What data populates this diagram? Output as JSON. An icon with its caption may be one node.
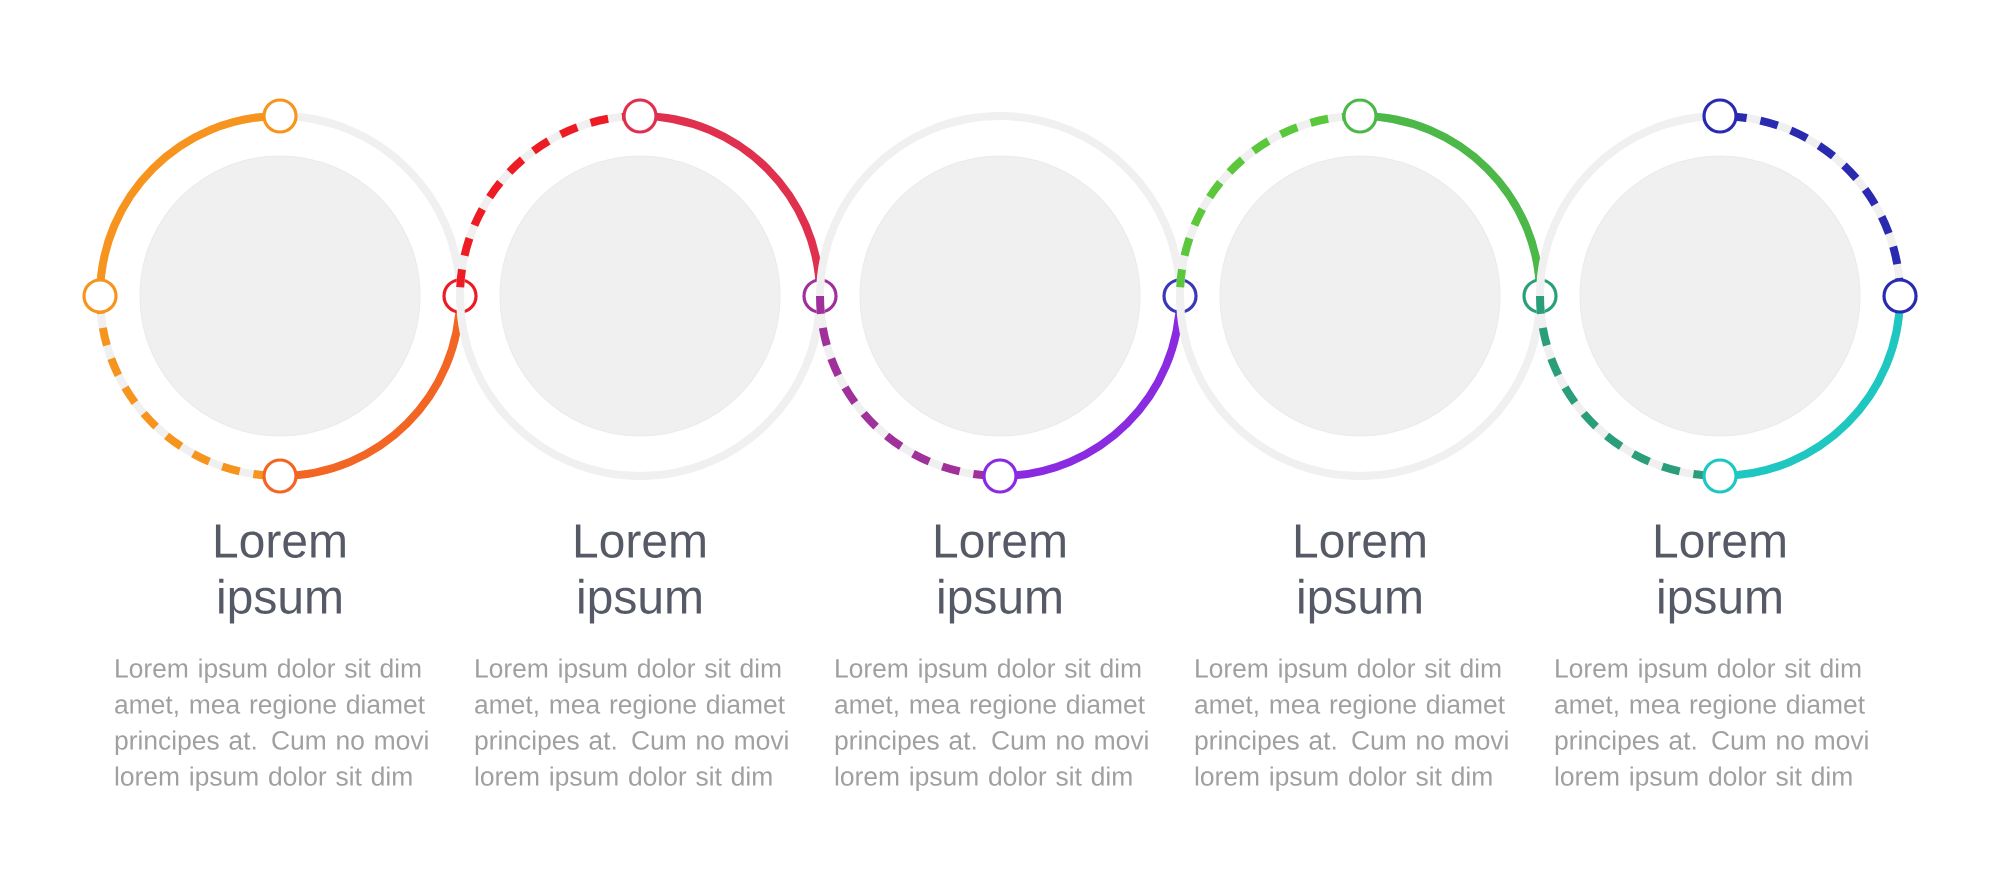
{
  "diagram": {
    "nodes": [
      {
        "text": [
          "Lorem ipsum"
        ]
      },
      {
        "text": [
          "Lorem ipsum"
        ]
      },
      {
        "text": [
          "Lorem ipsum"
        ]
      },
      {
        "text": [
          "Lorem ipsum"
        ]
      },
      {
        "text": [
          "Lorem ipsum"
        ]
      }
    ],
    "labels": [
      "Lorem ipsum dolor sit dim amet, mea regione diamet principes at. Cum no movi lorem ipsum dolor sit dim",
      "Lorem ipsum dolor sit dim amet, mea regione diamet principes at. Cum no movi lorem ipsum dolor sit dim",
      "Lorem ipsum dolor sit dim amet, mea regione diamet principes at. Cum no movi lorem ipsum dolor sit dim",
      "Lorem ipsum dolor sit dim amet, mea regione diamet principes at. Cum no movi lorem ipsum dolor sit dim",
      "Lorem ipsum dolor sit dim amet, mea regione diamet principes at. Cum no movi lorem ipsum dolor sit dim"
    ]
  }
}
